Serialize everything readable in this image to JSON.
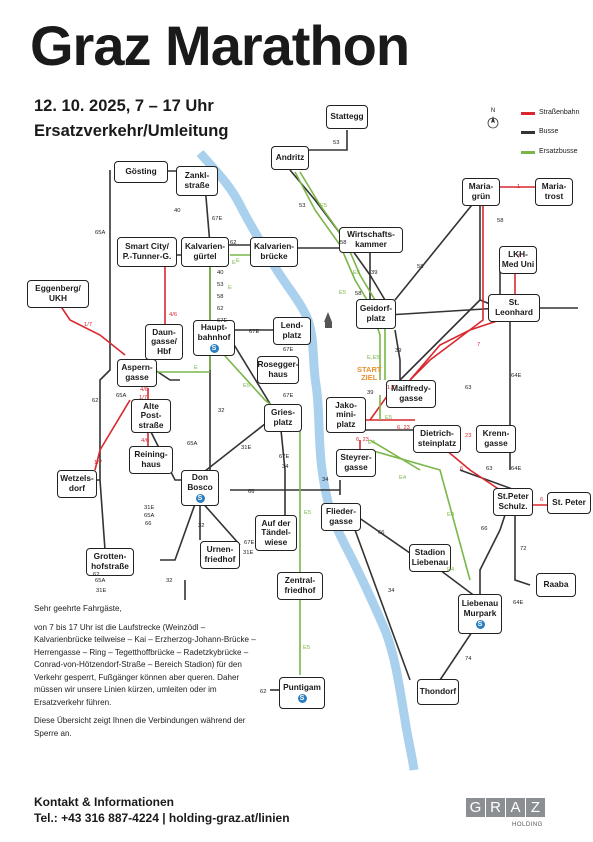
{
  "title": "Graz Marathon",
  "subtitle_date": "12. 10. 2025, 7 – 17 Uhr",
  "subtitle_type": "Ersatzverkehr/Umleitung",
  "compass": "N",
  "legend": {
    "tram": "Straßenbahn",
    "bus": "Busse",
    "replacement": "Ersatzbusse"
  },
  "colors": {
    "tram": "#d9282f",
    "bus": "#333333",
    "replacement": "#7ab648",
    "river": "#a9d1ee",
    "logo_blue": "#2b7fc1",
    "start": "#e8912f"
  },
  "start_label": "START\nZIEL",
  "stations": {
    "stattegg": "Stattegg",
    "andritz": "Andritz",
    "goesting": "Gösting",
    "zanklstrasse": "Zankl-\nstraße",
    "smart_city": "Smart City/\nP.-Tunner-G.",
    "kalvariengürtel": "Kalvarien-\ngürtel",
    "kalvarienbruecke": "Kalvarien-\nbrücke",
    "wirtschaftskammer": "Wirtschafts-\nkammer",
    "mariagruen": "Maria-\ngrün",
    "mariatrost": "Maria-\ntrost",
    "lkh": "LKH-\nMed Uni",
    "eggenberg": "Eggenberg/\nUKH",
    "daungasse": "Daun-\ngasse/\nHbf",
    "hauptbahnhof": "Haupt-\nbahnhof",
    "lendplatz": "Lend-\nplatz",
    "geidorfplatz": "Geidorf-\nplatz",
    "st_leonhard": "St.\nLeonhard",
    "asperngasse": "Aspern-\ngasse",
    "roseggerhaus": "Rosegger-\nhaus",
    "maiffredygasse": "Maiffredy-\ngasse",
    "alte_poststrasse": "Alte\nPost-\nstraße",
    "griesplatz": "Gries-\nplatz",
    "jakominiplatz": "Jako-\nmini-\nplatz",
    "dietrichsteinplatz": "Dietrich-\nsteinplatz",
    "krenngasse": "Krenn-\ngasse",
    "reininghaus": "Reining-\nhaus",
    "steyrergasse": "Steyrer-\ngasse",
    "wetzelsdorf": "Wetzels-\ndorf",
    "don_bosco": "Don\nBosco",
    "st_peter_schulz": "St.Peter\nSchulz.",
    "st_peter": "St. Peter",
    "fliedergasse": "Flieder-\ngasse",
    "auf_der_taendelwiese": "Auf der\nTändel-\nwiese",
    "urnenfriedhof": "Urnen-\nfriedhof",
    "grottenhofstrasse": "Grotten-\nhofstraße",
    "stadion_liebenau": "Stadion\nLiebenau",
    "raaba": "Raaba",
    "zentralfriedhof": "Zentral-\nfriedhof",
    "liebenau_murpark": "Liebenau\nMurpark",
    "puntigam": "Puntigam",
    "thondorf": "Thondorf"
  },
  "line_labels": [
    "53",
    "53",
    "E5",
    "40",
    "67E",
    "62",
    "E",
    "58",
    "1",
    "58",
    "7",
    "65A",
    "E",
    "40",
    "53",
    "58",
    "62",
    "67E",
    "E5",
    "39",
    "58",
    "1/7",
    "4/6",
    "67E",
    "67E",
    "58",
    "E",
    "E5",
    "E,E5",
    "1,7",
    "39",
    "64E",
    "62",
    "65A",
    "E",
    "E5",
    "67E",
    "7",
    "63",
    "4/6",
    "1/7",
    "32",
    "39",
    "E4",
    "E5",
    "6, 23",
    "23",
    "65A",
    "4/6",
    "31E",
    "6, 23",
    "E4",
    "6",
    "1/7",
    "E4",
    "63",
    "64E",
    "6",
    "31E",
    "65A",
    "66",
    "67E",
    "34",
    "34",
    "66",
    "32",
    "31E",
    "65A",
    "66",
    "E4",
    "66",
    "72",
    "62",
    "31E",
    "32",
    "67E",
    "E5",
    "34",
    "64E",
    "E5",
    "62",
    "74"
  ],
  "info": {
    "greeting": "Sehr geehrte Fahrgäste,",
    "body": "von 7 bis 17 Uhr ist die Laufstrecke (Weinzödl – Kalvarienbrücke teilweise – Kai – Erzherzog-Johann-Brücke – Herrengasse – Ring – Tegetthoffbrücke – Radetzkybrücke – Conrad-von-Hötzendorf-Straße – Bereich Stadion) für den Verkehr gesperrt, Fußgänger können aber queren. Daher müssen wir unsere Linien kürzen, umleiten oder im Ersatzverkehr führen.",
    "overview": "Diese Übersicht zeigt Ihnen die Verbindungen während der Sperre an."
  },
  "contact": {
    "title": "Kontakt & Informationen",
    "line": "Tel.: +43 316 887-4224 | holding-graz.at/linien"
  },
  "logo": {
    "letters": [
      "G",
      "R",
      "A",
      "Z"
    ],
    "sub": "HOLDING"
  }
}
